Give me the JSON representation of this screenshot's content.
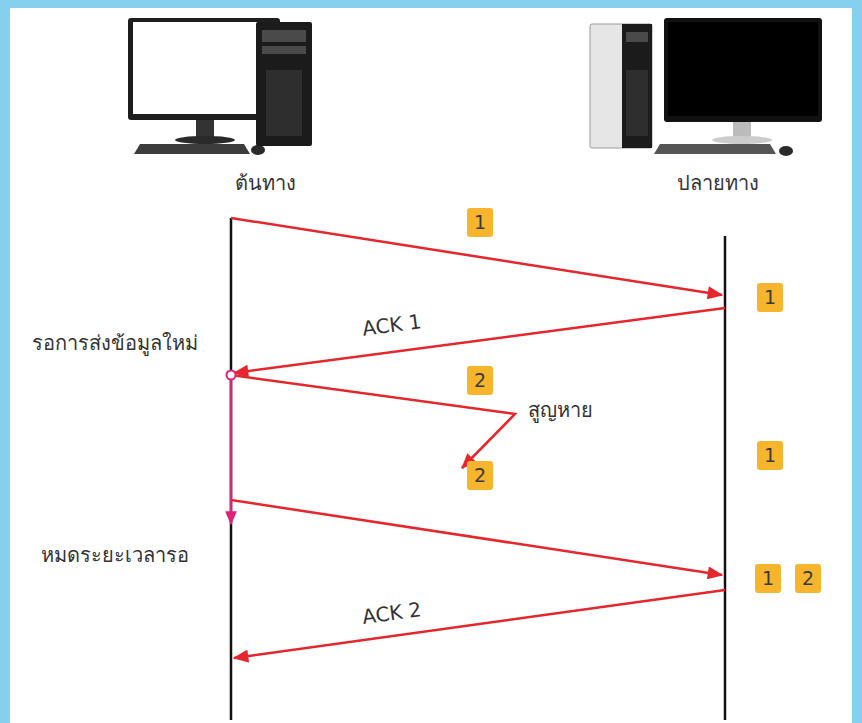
{
  "diagram": {
    "nodes": [
      {
        "text": [
          "1"
        ]
      },
      {
        "text": [
          "1"
        ]
      },
      {
        "text": [
          "2"
        ]
      },
      {
        "text": [
          "1"
        ]
      },
      {
        "text": [
          "2"
        ]
      },
      {
        "text": [
          "1"
        ]
      },
      {
        "text": [
          "2"
        ]
      }
    ],
    "labels": [
      "ต้นทาง",
      "ปลายทาง",
      "ACK 1",
      "รอการส่งข้อมูลใหม่",
      "สูญหาย",
      "หมดระยะเวลารอ",
      "ACK 2"
    ]
  }
}
